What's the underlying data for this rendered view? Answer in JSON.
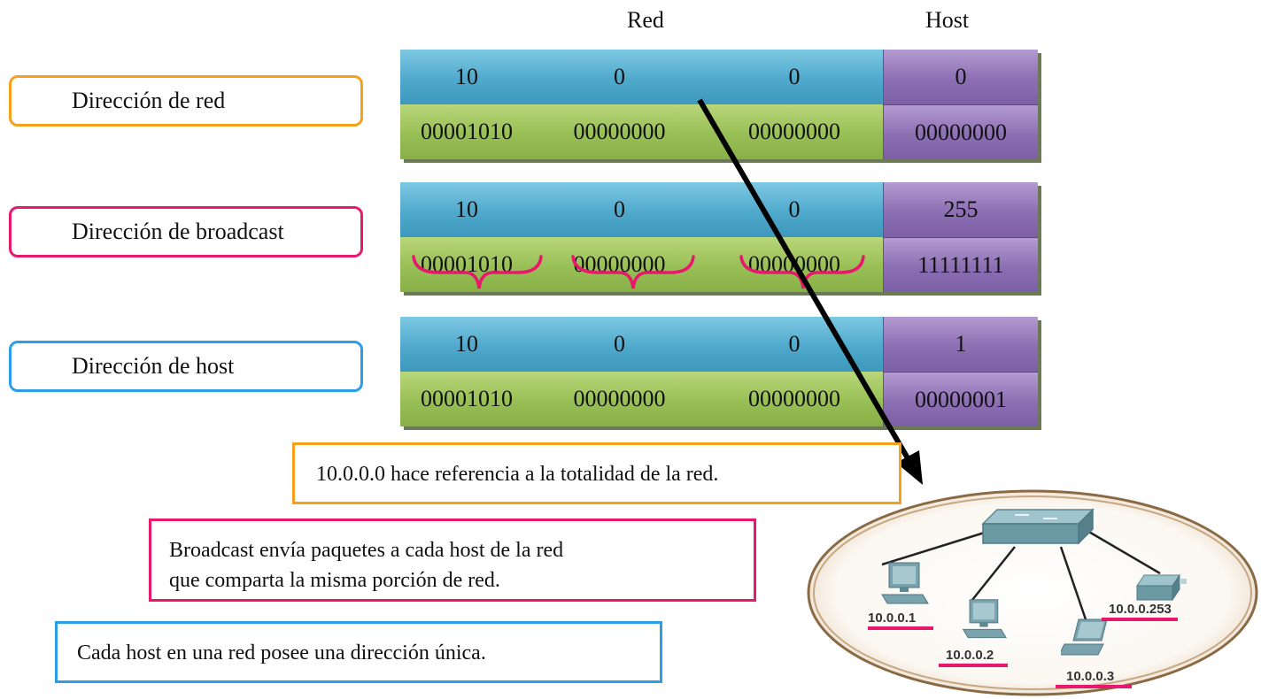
{
  "headers": {
    "net": "Red",
    "host": "Host"
  },
  "colors": {
    "orange": "#f5a11c",
    "pink": "#e8186d",
    "blue": "#2c9de8",
    "cell_blue": "#4fa9cc",
    "cell_green": "#98bf55",
    "cell_purple": "#8c6eb3"
  },
  "rows": [
    {
      "label": "Dirección de red",
      "decimal": [
        "10",
        "0",
        "0",
        "0"
      ],
      "binary": [
        "00001010",
        "00000000",
        "00000000",
        "00000000"
      ]
    },
    {
      "label": "Dirección de broadcast",
      "decimal": [
        "10",
        "0",
        "0",
        "255"
      ],
      "binary": [
        "00001010",
        "00000000",
        "00000000",
        "11111111"
      ]
    },
    {
      "label": "Dirección de host",
      "decimal": [
        "10",
        "0",
        "0",
        "1"
      ],
      "binary": [
        "00001010",
        "00000000",
        "00000000",
        "00000001"
      ]
    }
  ],
  "notes": {
    "network": "10.0.0.0 hace referencia a la totalidad de la red.",
    "broadcast_line1": "Broadcast envía paquetes a cada host de la red",
    "broadcast_line2": "que comparta la misma porción de red.",
    "host": "Cada host en una red posee una dirección única."
  },
  "network_diagram": {
    "devices": [
      {
        "name": "switch-icon"
      },
      {
        "name": "pc-icon",
        "ip": "10.0.0.1"
      },
      {
        "name": "pc-icon",
        "ip": "10.0.0.2"
      },
      {
        "name": "laptop-icon",
        "ip": "10.0.0.3"
      },
      {
        "name": "printer-icon",
        "ip": "10.0.0.253"
      }
    ]
  }
}
